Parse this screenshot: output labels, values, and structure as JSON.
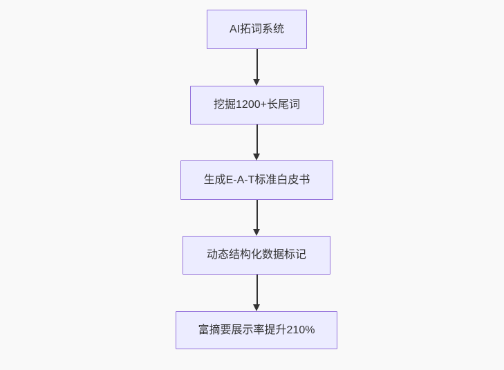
{
  "canvas": {
    "background": "#f9f9f9"
  },
  "flowchart": {
    "type": "flowchart-top-down",
    "colors": {
      "node_fill": "#ECECFF",
      "node_border": "#9370DB",
      "text_color": "#333333",
      "arrow_color": "#333333"
    },
    "nodes": [
      {
        "label": "AI拓词系统"
      },
      {
        "label": "挖掘1200+长尾词"
      },
      {
        "label": "生成E-A-T标准白皮书"
      },
      {
        "label": "动态结构化数据标记"
      },
      {
        "label": "富摘要展示率提升210%"
      }
    ],
    "edges": [
      {
        "from": "AI拓词系统",
        "to": "挖掘1200+长尾词"
      },
      {
        "from": "挖掘1200+长尾词",
        "to": "生成E-A-T标准白皮书"
      },
      {
        "from": "生成E-A-T标准白皮书",
        "to": "动态结构化数据标记"
      },
      {
        "from": "动态结构化数据标记",
        "to": "富摘要展示率提升210%"
      }
    ]
  }
}
